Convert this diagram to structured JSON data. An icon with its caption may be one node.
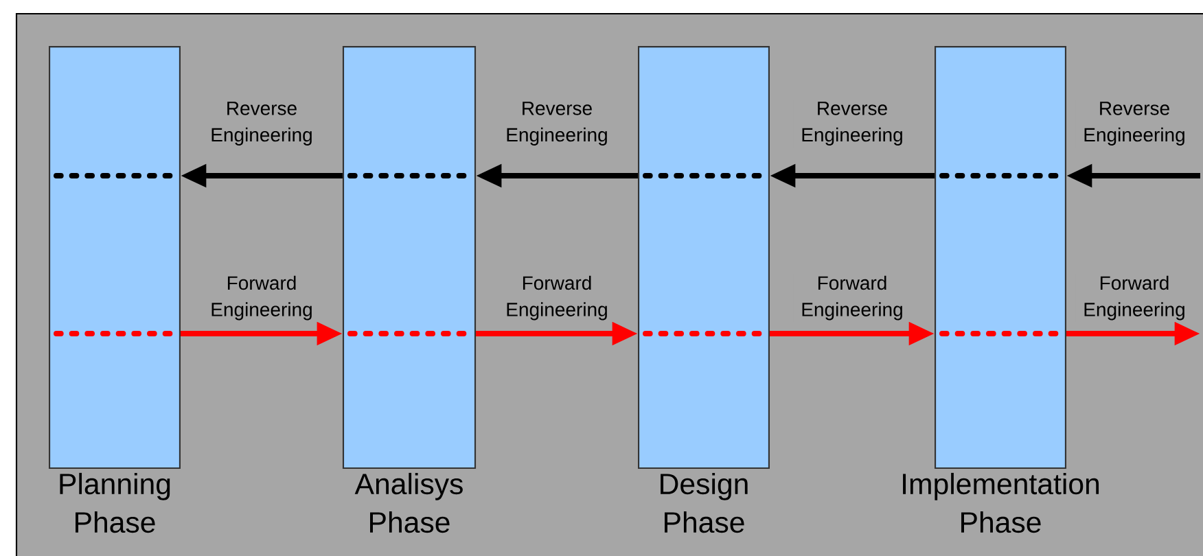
{
  "diagram": {
    "nodes": [
      {
        "text": [
          "Planning Phase"
        ]
      },
      {
        "text": [
          "Analisys Phase"
        ]
      },
      {
        "text": [
          "Design Phase"
        ]
      },
      {
        "text": [
          "Implementation Phase"
        ]
      }
    ],
    "edges": [
      {
        "from": 1,
        "to": 0,
        "arrow": "to",
        "label": "Reverse Engineering",
        "color": "#000000"
      },
      {
        "from": 2,
        "to": 1,
        "arrow": "to",
        "label": "Reverse Engineering",
        "color": "#000000"
      },
      {
        "from": 3,
        "to": 2,
        "arrow": "to",
        "label": "Reverse Engineering",
        "color": "#000000"
      },
      {
        "from": null,
        "to": 3,
        "arrow": "to",
        "label": "Reverse Engineering",
        "color": "#000000"
      },
      {
        "from": 0,
        "to": 1,
        "arrow": "to",
        "label": "Forward Engineering",
        "color": "#ff0000"
      },
      {
        "from": 1,
        "to": 2,
        "arrow": "to",
        "label": "Forward Engineering",
        "color": "#ff0000"
      },
      {
        "from": 2,
        "to": 3,
        "arrow": "to",
        "label": "Forward Engineering",
        "color": "#ff0000"
      },
      {
        "from": 3,
        "to": null,
        "arrow": "to",
        "label": "Forward Engineering",
        "color": "#ff0000"
      }
    ]
  }
}
